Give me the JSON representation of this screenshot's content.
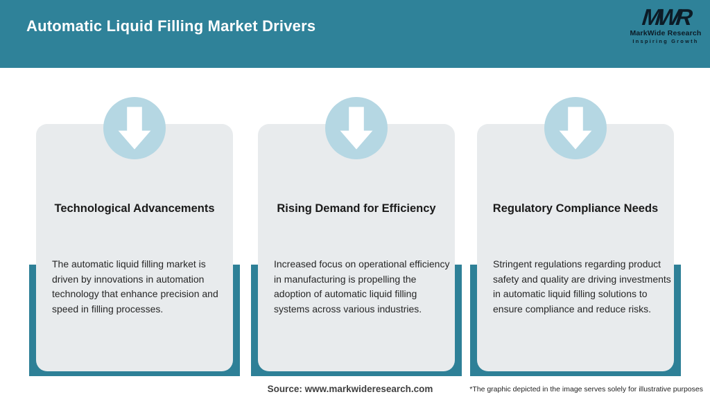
{
  "header": {
    "title": "Automatic Liquid Filling Market Drivers",
    "logo": {
      "monogram": "MWR",
      "name": "MarkWide Research",
      "tagline": "Inspiring Growth"
    }
  },
  "cards": [
    {
      "title": "Technological Advancements",
      "body_lines": [
        "The automatic liquid filling market is",
        "driven by innovations in automation",
        "technology that enhance precision and",
        "speed in filling processes."
      ]
    },
    {
      "title": "Rising Demand for Efficiency",
      "body_lines": [
        "Increased focus on operational efficiency",
        "in manufacturing is propelling the",
        "adoption of automatic liquid filling",
        "systems across various industries."
      ]
    },
    {
      "title": "Regulatory Compliance Needs",
      "body_lines": [
        "Stringent regulations regarding product",
        "safety and quality are driving investments",
        "in automatic liquid filling solutions to",
        "ensure compliance and reduce risks."
      ]
    }
  ],
  "footer": {
    "source": "Source: www.markwideresearch.com",
    "disclaimer": "*The graphic depicted in the image serves solely for illustrative purposes"
  },
  "icons": {
    "card_icon": "down-arrow-icon"
  },
  "colors": {
    "header_teal": "#2f8299",
    "backing_teal": "#2e8097",
    "card_gray": "#e8ebed",
    "circle_blue": "#b5d7e3",
    "logo_dark": "#0c1b26",
    "title_text": "#1a1a1a",
    "body_text": "#262626"
  }
}
